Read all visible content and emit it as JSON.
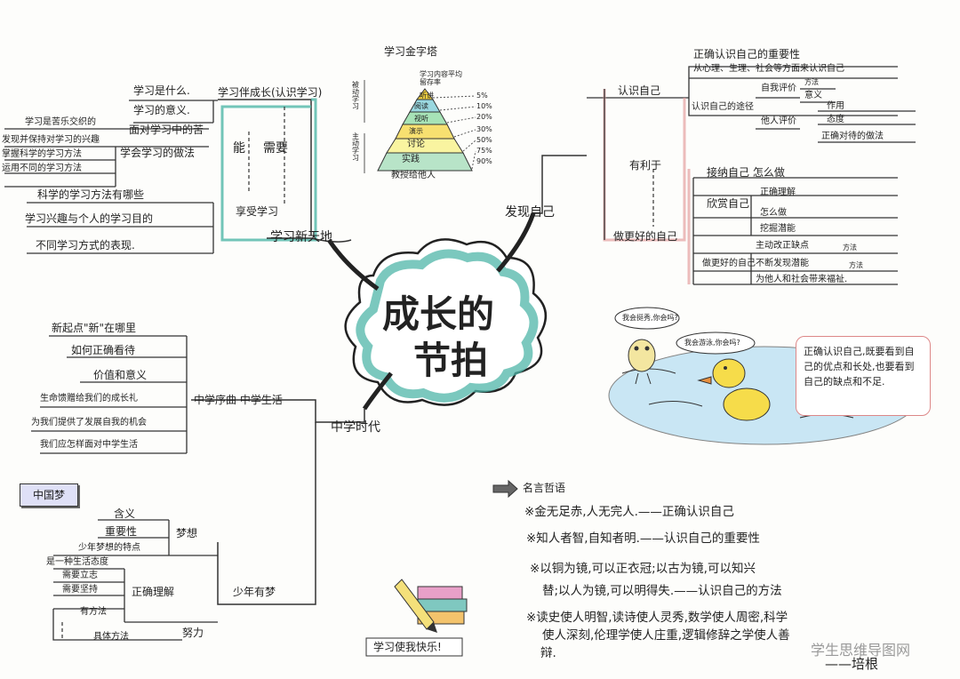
{
  "center": {
    "line1": "成长的",
    "line2": "节拍"
  },
  "branches": {
    "study": "学习新天地",
    "self": "发现自己",
    "middle": "中学时代",
    "dream": "少年有梦"
  },
  "study": {
    "what": "学习是什么.",
    "meaning": "学习的意义.",
    "accompany": "学习伴成长(认识学习)",
    "face": "面对学习中的苦",
    "ability": "能",
    "need": "需要",
    "enjoy": "享受学习",
    "happy_chain": "学习是苦乐交织的",
    "keep": "发现并保持对学习的兴趣",
    "grasp": "掌握科学的学习方法",
    "use": "运用不同的学习方法",
    "learn_to_learn": "学会学习的做法",
    "methods": "科学的学习方法有哪些",
    "interest": "学习兴趣与个人的学习目的",
    "styles": "不同学习方式的表现."
  },
  "pyramid": {
    "title": "学习金字塔",
    "left_top": "被动学习",
    "left_bottom": "主动学习",
    "right_note": "学习内容平均留存率",
    "levels": [
      "听讲",
      "阅读",
      "视听",
      "演示",
      "讨论",
      "实践",
      "教授给他人"
    ],
    "rates": [
      "5%",
      "10%",
      "20%",
      "30%",
      "50%",
      "75%",
      "90%"
    ]
  },
  "self": {
    "know": "认识自己",
    "importance": "正确认识自己的重要性",
    "aspects": "从心理、生理、社会等方面来认识自己",
    "ways": "认识自己的途径",
    "self_eval": "自我评价",
    "method": "方法",
    "meaning": "意义",
    "others_eval": "他人评价",
    "effect": "作用",
    "attitude": "态度",
    "right": "正确对待的做法",
    "helpful": "有利于",
    "accept": "接纳自己  怎么做",
    "appreciate": "欣赏自己",
    "correct": "正确理解",
    "how": "怎么做",
    "potential": "挖掘潜能",
    "better": "做更好的自己",
    "active": "主动改正缺点",
    "method2": "方法",
    "build": "做更好的自己",
    "tap": "不断发现潜能",
    "method3": "方法",
    "contribute": "为他人和社会带来福祉."
  },
  "cartoon": {
    "bird_say": "我会挺秀,你会吗?",
    "duck_say": "我会游泳,你会吗?",
    "note": "正确认识自己,既要看到自己的优点和长处,也要看到自己的缺点和不足."
  },
  "middle": {
    "where": "新起点\"新\"在哪里",
    "how_treat": "如何正确看待",
    "value": "价值和意义",
    "gift": "生命馈赠给我们的成长礼",
    "provides": "为我们提供了发展自我的机会",
    "how_face": "我们应怎样面对中学生活",
    "prelude": "中学序曲  中学生活"
  },
  "dream": {
    "tag": "中国梦",
    "content": "含义",
    "important": "重要性",
    "dream": "梦想",
    "youth_dream": "少年梦想的特点",
    "attitude": "是一种生活态度",
    "need_set": "需要立志",
    "need_keep": "需要坚持",
    "right_understand": "正确理解",
    "has_method": "有方法",
    "specific": "具体方法",
    "effort": "努力",
    "dreams_branch": "少年有梦"
  },
  "quotes": {
    "header": "名言哲语",
    "q1": "※金无足赤,人无完人.——正确认识自己",
    "q2": "※知人者智,自知者明.——认识自己的重要性",
    "q3a": "※以铜为镜,可以正衣冠;以古为镜,可以知兴",
    "q3b": "替;以人为镜,可以明得失.——认识自己的方法",
    "q4a": "※读史使人明智,读诗使人灵秀,数学使人周密,科学",
    "q4b": "使人深刻,伦理学使人庄重,逻辑修辞之学使人善",
    "q4c": "辩.",
    "author": "——培根"
  },
  "book_caption": "学习使我快乐!",
  "watermark": "学生思维导图网"
}
